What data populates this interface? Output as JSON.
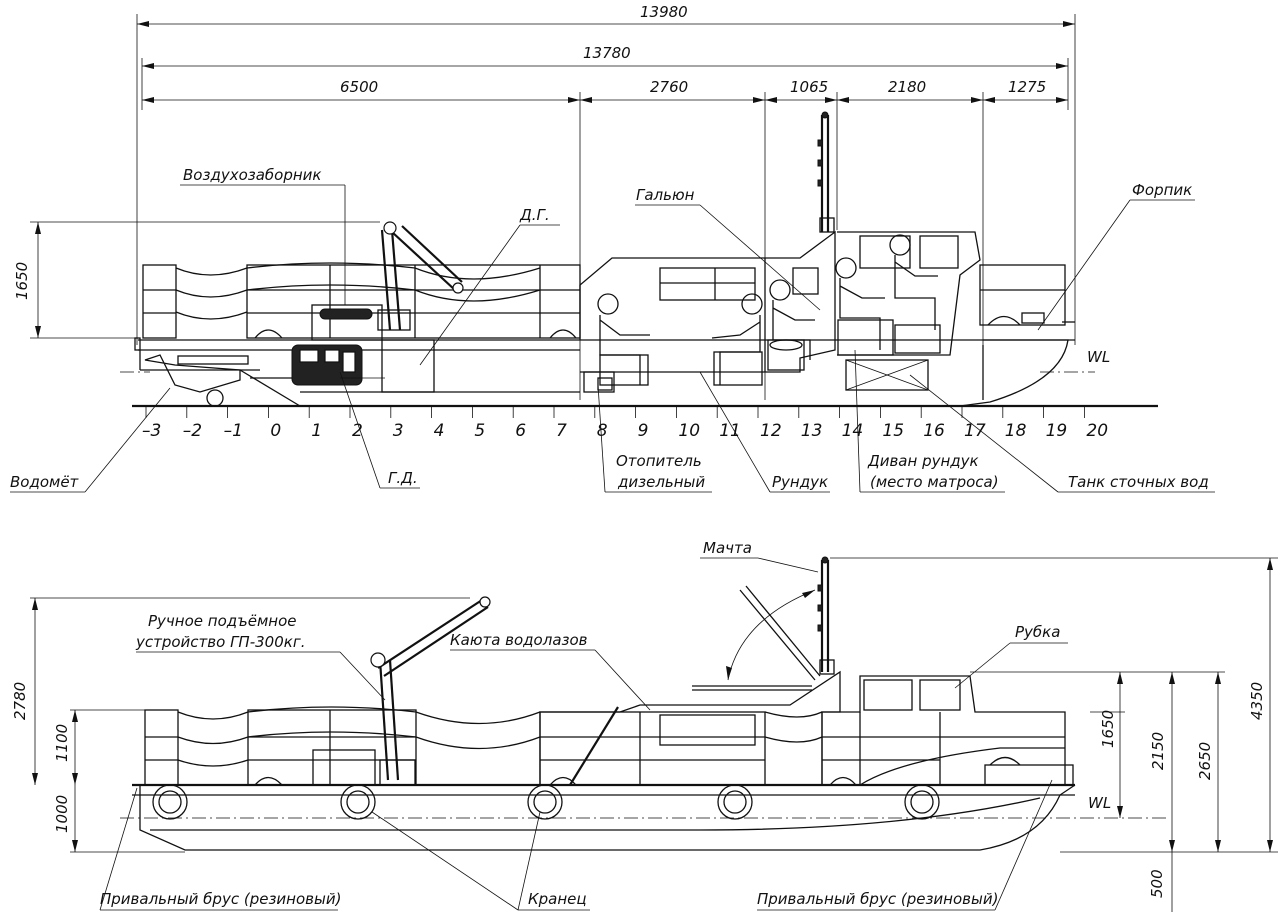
{
  "dimensions": {
    "overall_1": "13980",
    "overall_2": "13780",
    "seg1": "6500",
    "seg2": "2760",
    "seg3": "1065",
    "seg4": "2180",
    "seg5": "1275",
    "h_1650_top": "1650",
    "h_2780": "2780",
    "h_1100": "1100",
    "h_1000": "1000",
    "h_1650_side": "1650",
    "h_2150": "2150",
    "h_2650": "2650",
    "h_4350": "4350",
    "h_500": "500"
  },
  "labels_top": {
    "air_intake": "Воздухозаборник",
    "dg": "Д.Г.",
    "head": "Гальюн",
    "forepeak": "Форпик",
    "wl": "WL",
    "waterjet": "Водомёт",
    "gd": "Г.Д.",
    "heater_l1": "Отопитель",
    "heater_l2": "дизельный",
    "locker": "Рундук",
    "sofa_l1": "Диван рундук",
    "sofa_l2": "(место матроса)",
    "sewage_tank": "Танк сточных вод"
  },
  "labels_bottom": {
    "mast": "Мачта",
    "hoist_l1": "Ручное подъёмное",
    "hoist_l2": "устройство ГП-300кг.",
    "divers_cabin": "Каюта водолазов",
    "wheelhouse": "Рубка",
    "wl": "WL",
    "fender_rail_left": "Привальный брус (резиновый)",
    "fender": "Кранец",
    "fender_rail_right": "Привальный брус (резиновый)"
  },
  "frames": [
    "-3",
    "-2",
    "-1",
    "0",
    "1",
    "2",
    "3",
    "4",
    "5",
    "6",
    "7",
    "8",
    "9",
    "10",
    "11",
    "12",
    "13",
    "14",
    "15",
    "16",
    "17",
    "18",
    "19",
    "20"
  ]
}
